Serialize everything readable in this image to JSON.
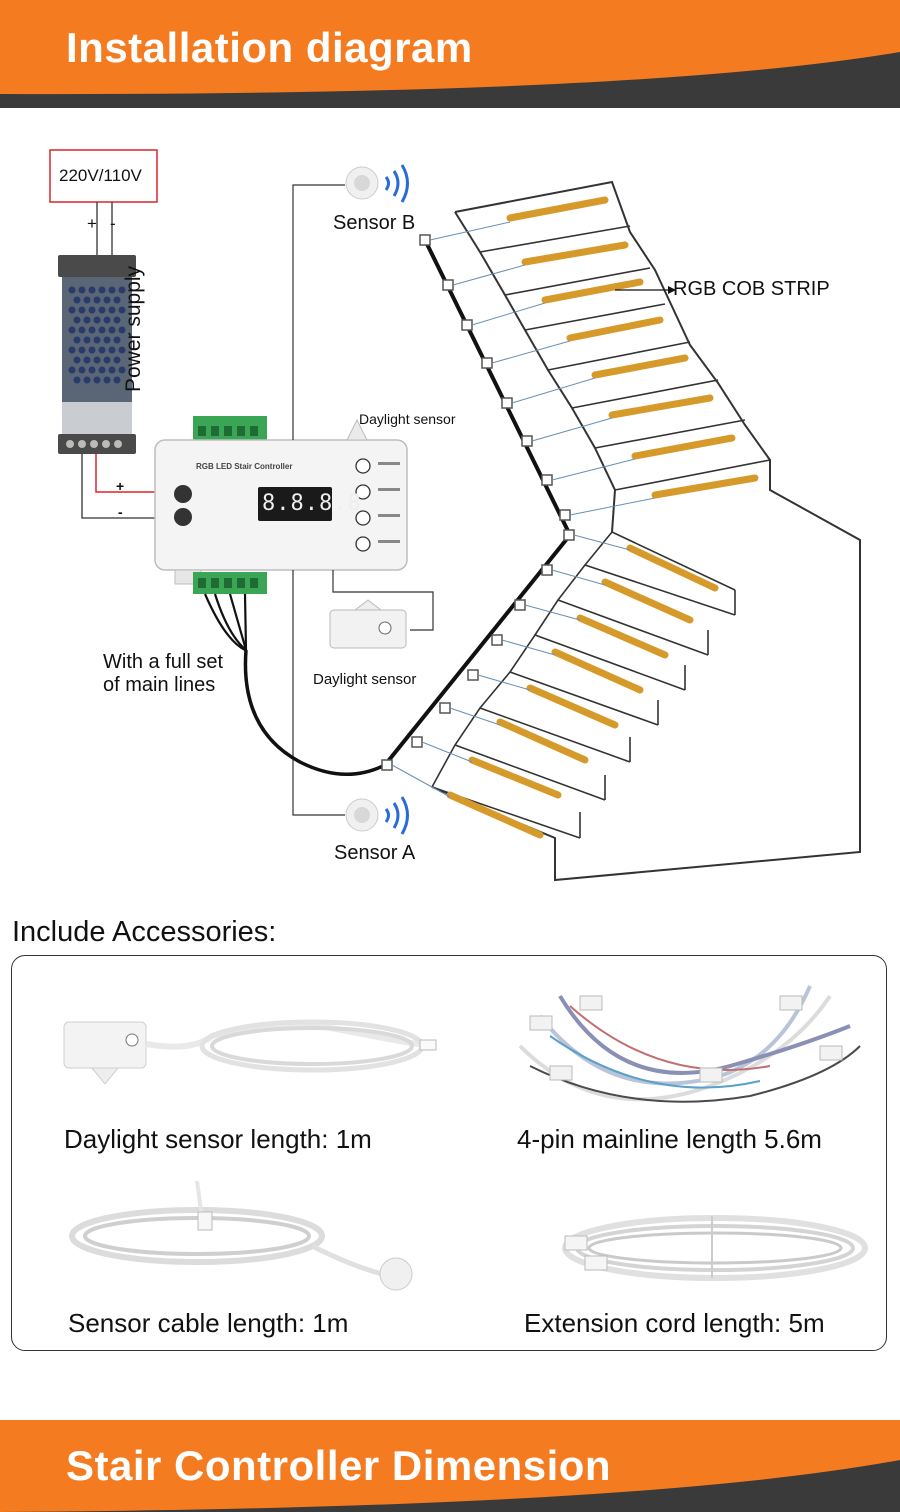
{
  "header": {
    "title": "Installation diagram"
  },
  "diagram": {
    "power_source_label": "220V/110V",
    "power_supply_label": "Power supply",
    "plus_sign": "+",
    "minus_sign": "-",
    "controller_title": "RGB LED Stair Controller",
    "display_value": "8.8.8.8",
    "sensor_b_label": "Sensor B",
    "sensor_a_label": "Sensor A",
    "strip_label": "RGB COB STRIP",
    "daylight_sensor_top_label": "Daylight sensor",
    "daylight_sensor_label": "Daylight sensor",
    "main_lines_label_line1": "With a full set",
    "main_lines_label_line2": "of main lines",
    "colors": {
      "strip": "#f0b43a",
      "cable": "#111111",
      "outline": "#333333",
      "accent": "#f47b20"
    }
  },
  "accessories": {
    "title": "Include Accessories:",
    "items": [
      {
        "caption": "Daylight sensor length: 1m"
      },
      {
        "caption": "4-pin mainline length 5.6m"
      },
      {
        "caption": "Sensor cable length: 1m"
      },
      {
        "caption": "Extension cord length: 5m"
      }
    ]
  },
  "footer": {
    "title": "Stair Controller Dimension"
  }
}
